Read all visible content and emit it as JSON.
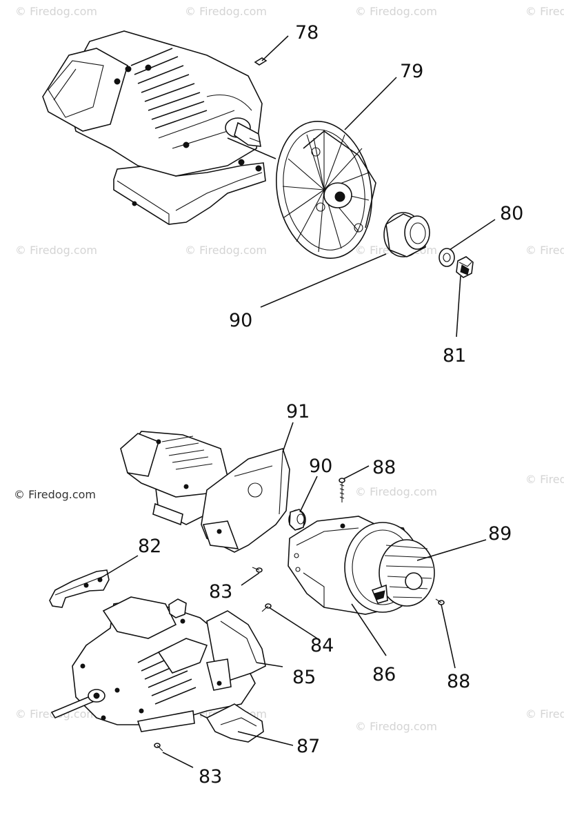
{
  "watermarks": {
    "text": "© Firedog.com",
    "visible_credit": "© Firedog.com"
  },
  "callouts": {
    "c78": "78",
    "c79": "79",
    "c80": "80",
    "c81": "81",
    "c90a": "90",
    "c91": "91",
    "c90b": "90",
    "c88a": "88",
    "c89": "89",
    "c82": "82",
    "c83a": "83",
    "c84": "84",
    "c85": "85",
    "c86": "86",
    "c88b": "88",
    "c87": "87",
    "c83b": "83"
  },
  "colors": {
    "ink": "#111111",
    "watermark": "#d4d4d4",
    "background": "#ffffff"
  }
}
